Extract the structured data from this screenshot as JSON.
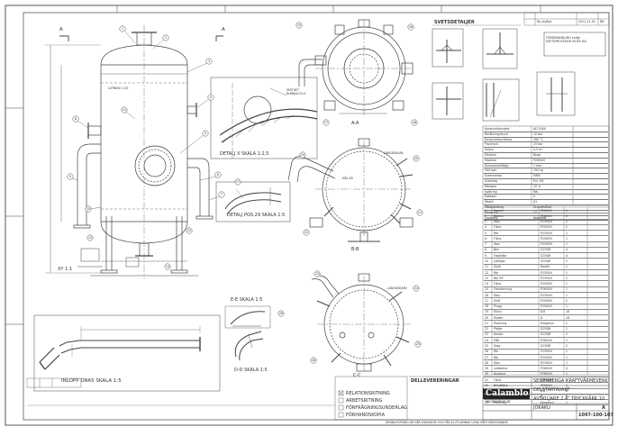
{
  "sheet": {
    "section_views": {
      "a_a": "A-A",
      "b_b": "B-B",
      "c_c": "C-C",
      "d_d": "D-D SKALA 1:5",
      "e_e": "E-E SKALA 1:5",
      "xy": "XY 1:1"
    },
    "details": {
      "detail_x": "DETALJ X SKALA 1:2,5",
      "detail_pos29": "DETALJ POS.29 SKALA 1:5",
      "inlet_title": "INLOPP DN65 SKALA 1:5",
      "weld_title": "SVETSDETALJER",
      "fasthet": "FÄSTHET\nRUNDAS R=5",
      "halso": "HÅL Ø5",
      "langdskarv_1": "LÄNGDSKARV",
      "langdskarv_2": "LÄNGDSKARV",
      "lutning": "LUTNING 1:20"
    },
    "weld_note": "FÖRBEHANDLING enligt\nSVETSPROCEDUR SS-EN ISO",
    "delivery": {
      "heading": "DELLEVERERINGAR",
      "items": [
        "RELATIONSRITNING",
        "ARBETSRITNING",
        "FÖRFRÅGNINGSUNDERLAG",
        "FÖRHANDSKOPIA"
      ]
    },
    "title_block": {
      "company": "Calamblo",
      "company_sub": "ENGINEERING AB",
      "project": "SEGENBERGA KRAFTVÄRMEVERK",
      "object": "DELSTARTAVAKT",
      "description": "AVSKILJARE 2.4\" TRYCKKÄRL",
      "scale": "1:10",
      "drawing_no": "1097-100-107",
      "sheet": "A",
      "sign": "JOKAKU"
    },
    "footer_note": "DENNA RITNING ÄR VÅR EGENDOM OCH FÅR EJ UTLÄMNAS UTAN VÅRT MEDGIVANDE"
  },
  "revision_table": {
    "rows": [
      [
        "-",
        "Ny utgåva",
        "2011-11-16",
        "BN"
      ]
    ]
  },
  "spec_table": {
    "rows": [
      [
        "Konstruktionskod",
        "AD 2000"
      ],
      [
        "Beräkningstryck",
        "10 bar"
      ],
      [
        "Konstruktionstemp.",
        "180 °C"
      ],
      [
        "Provtryck",
        "15 bar"
      ],
      [
        "Volym",
        "0,5 m³"
      ],
      [
        "Medium",
        "Ånga"
      ],
      [
        "Material",
        "P265GH"
      ],
      [
        "Korrosionstillägg",
        "1 mm"
      ],
      [
        "Vikt tom",
        "150 kg"
      ],
      [
        "Svetsmetod",
        "MMA"
      ],
      [
        "Svetsfog",
        "Enl. EN"
      ],
      [
        "Röntgen",
        "10 %"
      ],
      [
        "Isolering",
        "Nej"
      ],
      [
        "Kategori",
        "II"
      ],
      [
        "Modul",
        "A1"
      ],
      [
        "Ytbehandling",
        "Grundmålad"
      ],
      [
        "Märkning",
        "CE"
      ],
      [
        "Leverans",
        "Komplett"
      ]
    ]
  },
  "parts_list": {
    "rows": [
      [
        "1",
        "Mantel",
        "P265GH",
        "1"
      ],
      [
        "2",
        "Botten",
        "P265GH",
        "2"
      ],
      [
        "3",
        "Stos",
        "P235GH",
        "2"
      ],
      [
        "4",
        "Fläns",
        "P250GH",
        "2"
      ],
      [
        "5",
        "Rör",
        "P235GH",
        "1"
      ],
      [
        "6",
        "Fläns",
        "P250GH",
        "1"
      ],
      [
        "7",
        "Stos",
        "P235GH",
        "1"
      ],
      [
        "8",
        "Ben",
        "S235JR",
        "4"
      ],
      [
        "9",
        "Fotplatta",
        "S235JR",
        "4"
      ],
      [
        "10",
        "Lyftögla",
        "S235JR",
        "2"
      ],
      [
        "11",
        "Skylt",
        "Rostfri",
        "1"
      ],
      [
        "12",
        "Rör",
        "P235GH",
        "1"
      ],
      [
        "13",
        "Böj 90°",
        "P235GH",
        "2"
      ],
      [
        "14",
        "Fläns",
        "P250GH",
        "1"
      ],
      [
        "15",
        "Förstärkning",
        "P265GH",
        "1"
      ],
      [
        "16",
        "Stos",
        "P235GH",
        "1"
      ],
      [
        "17",
        "Muff",
        "P250GH",
        "2"
      ],
      [
        "18",
        "Plugg",
        "P250GH",
        "1"
      ],
      [
        "19",
        "Skruv",
        "8.8",
        "16"
      ],
      [
        "20",
        "Mutter",
        "8",
        "16"
      ],
      [
        "21",
        "Packning",
        "Klingersil",
        "2"
      ],
      [
        "22",
        "Platta",
        "S235JR",
        "1"
      ],
      [
        "23",
        "Konsol",
        "S235JR",
        "2"
      ],
      [
        "24",
        "Plåt",
        "P265GH",
        "1"
      ],
      [
        "25",
        "Stag",
        "S235JR",
        "2"
      ],
      [
        "26",
        "Rör",
        "P235GH",
        "1"
      ],
      [
        "27",
        "Böj",
        "P235GH",
        "1"
      ],
      [
        "28",
        "Stos",
        "P235GH",
        "1"
      ],
      [
        "29",
        "Ledskena",
        "P265GH",
        "4"
      ],
      [
        "30",
        "Avvisare",
        "P265GH",
        "1"
      ],
      [
        "31",
        "Fläns",
        "P250GH",
        "1"
      ],
      [
        "32",
        "Blindfläns",
        "P250GH",
        "1"
      ],
      [
        "33",
        "Skruv",
        "8.8",
        "8"
      ],
      [
        "34",
        "Mutter",
        "8",
        "8"
      ],
      [
        "35",
        "Packning",
        "Klingersil",
        "1"
      ]
    ]
  },
  "balloons": [
    "1",
    "2",
    "3",
    "4",
    "5",
    "6",
    "7",
    "8",
    "9",
    "10",
    "11",
    "12",
    "13",
    "14",
    "15",
    "16",
    "17",
    "18",
    "19",
    "20",
    "21",
    "22",
    "23",
    "24",
    "25",
    "26",
    "27",
    "28"
  ]
}
